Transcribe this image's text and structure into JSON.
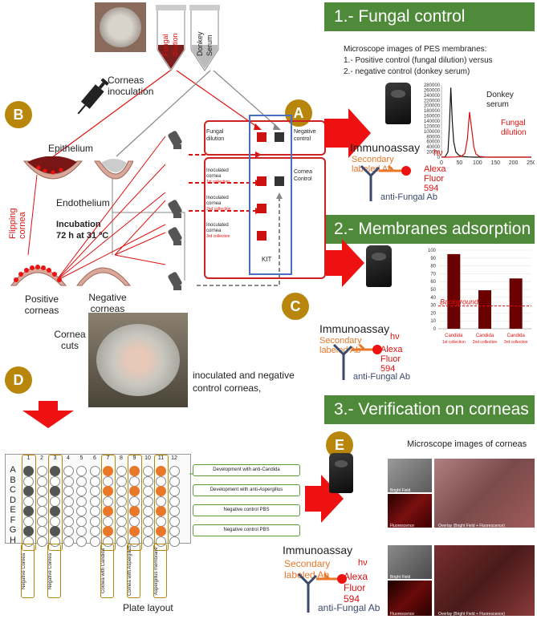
{
  "banners": {
    "fungal_control": "1.- Fungal control",
    "membranes_adsorption": "2.- Membranes adsorption",
    "verification": "3.- Verification on corneas"
  },
  "circles": {
    "b": "B",
    "a": "A",
    "c": "C",
    "d": "D",
    "e": "E"
  },
  "tubes": {
    "fungal": "Fungal dilution",
    "donkey": "Donkey Serum"
  },
  "left": {
    "corneas_inoculation": "Corneas inoculation",
    "epithelium": "Epithelium",
    "endothelium": "Endothelium",
    "incubation_title": "Incubation",
    "incubation_detail": "72 h at 31 ºC",
    "flipping": "Flipping cornea",
    "positive_corneas": "Positive corneas",
    "negative_corneas": "Negative corneas"
  },
  "kit": {
    "fungal_dilution": "Fungal dilution",
    "negative_control": "Negative control",
    "inoculated_1": "Inoculated cornea",
    "collection_1": "1st collection",
    "inoculated_2": "Inoculated cornea",
    "collection_2": "2nd collection",
    "inoculated_3": "Inoculated cornea",
    "collection_3": "3rd collection",
    "cornea_control": "Cornea Control",
    "kit_label": "KIT"
  },
  "section1": {
    "micro_title": "Microscope images of PES membranes:",
    "line1": "1.- Positive control  (fungal dilution) versus",
    "line2": "2.- negative control (donkey serum)",
    "donkey_label": "Donkey serum",
    "fungal_label": "Fungal dilution"
  },
  "immuno": {
    "title": "Immunoassay",
    "secondary": "Secondary labeled Ab",
    "hv": "hν",
    "alexa": "Alexa Fluor 594",
    "antifungal": "anti-Fungal Ab"
  },
  "section2": {
    "background_label": "Background"
  },
  "section3": {
    "cornea_cuts": "Cornea cuts",
    "inoculated_text": "inoculated and negative control corneas,",
    "micro_title": "Microscope images of corneas",
    "plate_layout": "Plate layout",
    "bright_field": "Bright Field",
    "fluorescence": "Fluorescence",
    "overlay": "Overlay (Bright Field + Fluorescence)"
  },
  "plate": {
    "columns": [
      "1",
      "2",
      "3",
      "4",
      "5",
      "6",
      "7",
      "8",
      "9",
      "10",
      "11",
      "12"
    ],
    "rows": [
      "A",
      "B",
      "C",
      "D",
      "E",
      "F",
      "G",
      "H"
    ],
    "row_labels": [
      "Development with anti-Candida",
      "Development with anti-Aspergillus",
      "Negative control PBS",
      "Negative control PBS"
    ],
    "col_labels": [
      "Negative Cornea",
      "Negative Cornea",
      "Cornea with Candida",
      "Cornea with Aspergillus",
      "Aspergillus membrane"
    ]
  },
  "chart_data": [
    {
      "type": "line",
      "title": "",
      "xlim": [
        0,
        250
      ],
      "ylim": [
        0,
        280000
      ],
      "xticks": [
        0,
        50,
        100,
        150,
        200,
        250
      ],
      "yticks": [
        0,
        20000,
        40000,
        60000,
        80000,
        100000,
        120000,
        140000,
        160000,
        180000,
        200000,
        220000,
        240000,
        260000,
        280000
      ],
      "series": [
        {
          "name": "Donkey serum",
          "color": "#111111",
          "x": [
            0,
            10,
            18,
            22,
            26,
            30,
            34,
            40,
            48,
            55,
            65,
            75,
            85,
            95,
            110,
            130,
            160,
            200,
            250
          ],
          "y": [
            0,
            1000,
            20000,
            120000,
            270000,
            140000,
            60000,
            20000,
            8000,
            4000,
            2000,
            1000,
            500,
            0,
            0,
            0,
            0,
            0,
            0
          ]
        },
        {
          "name": "Fungal dilution",
          "color": "#d11111",
          "x": [
            0,
            20,
            40,
            55,
            65,
            72,
            78,
            84,
            90,
            96,
            105,
            120,
            150,
            200,
            250
          ],
          "y": [
            0,
            0,
            1000,
            3000,
            15000,
            70000,
            175000,
            110000,
            40000,
            12000,
            3000,
            500,
            0,
            0,
            0
          ]
        }
      ]
    },
    {
      "type": "bar",
      "categories": [
        "Candida 1st collection",
        "Candida 2nd collection",
        "Candida 3rd collection"
      ],
      "values": [
        95,
        49,
        64
      ],
      "ylim": [
        0,
        100
      ],
      "yticks": [
        0,
        10,
        20,
        30,
        40,
        50,
        60,
        70,
        80,
        90,
        100
      ],
      "reference_line": {
        "label": "Background",
        "value": 29
      }
    }
  ],
  "colors": {
    "banner": "#4e8a3a",
    "circle": "#b8860b",
    "red": "#d11111",
    "orange": "#e8772a",
    "dark_red": "#6b0000",
    "green": "#5a9a3a"
  }
}
